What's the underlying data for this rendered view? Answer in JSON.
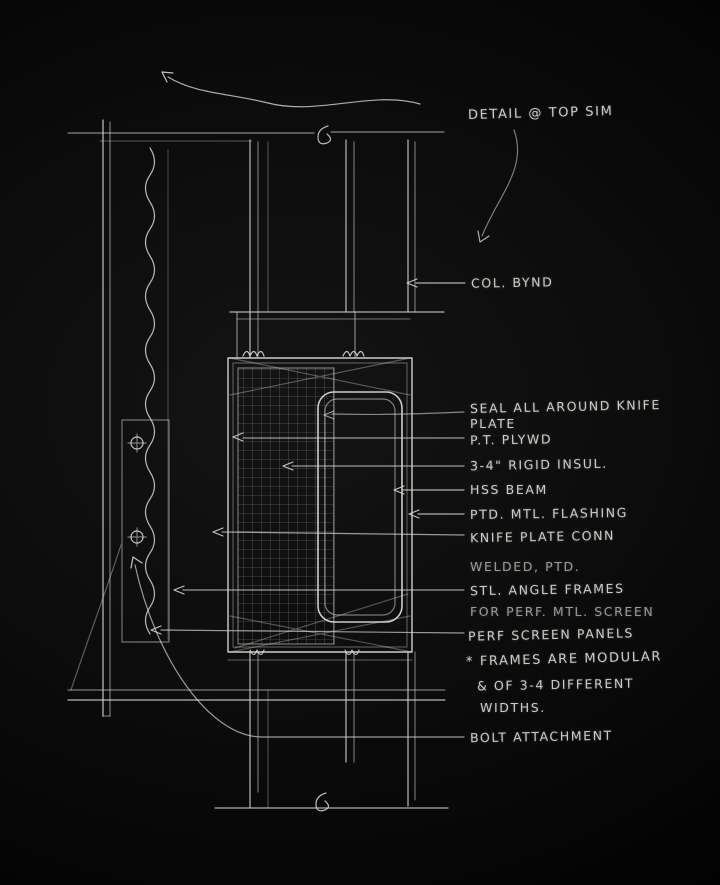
{
  "colors": {
    "background": "#000000",
    "ink": "#d9d7d2"
  },
  "annotations": {
    "detail_top_sim": "DETAIL @ TOP SIM",
    "col_bynd": "COL. BYND",
    "seal_line_1": "SEAL ALL AROUND KNIFE",
    "seal_line_2": "PLATE",
    "pt_plywd": "P.T. PLYWD",
    "rigid_insul": "3-4\" RIGID INSUL.",
    "hss_beam": "HSS BEAM",
    "ptd_mtl_flashing": "PTD. MTL. FLASHING",
    "knife_plate_conn": "KNIFE PLATE CONN",
    "welded_ptd": "WELDED, PTD.",
    "stl_angle_frames": "STL. ANGLE FRAMES",
    "for_perf_mtl_screen": "FOR PERF. MTL. SCREEN",
    "perf_screen_panels": "PERF SCREEN PANELS",
    "frames_note_line_1": "* FRAMES ARE MODULAR",
    "frames_note_line_2": "& OF 3-4 DIFFERENT",
    "frames_note_line_3": "WIDTHS.",
    "bolt_attachment": "BOLT ATTACHMENT"
  }
}
